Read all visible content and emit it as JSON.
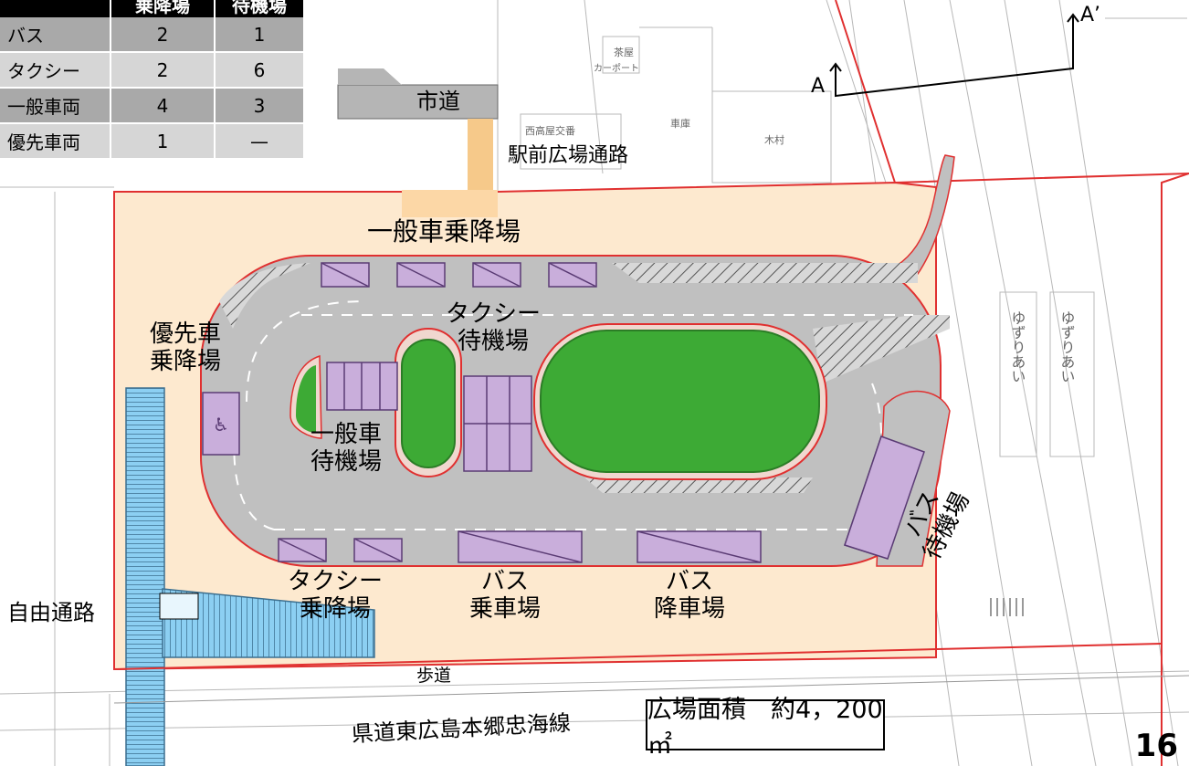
{
  "table": {
    "headers": [
      "",
      "乗降場",
      "待機場"
    ],
    "rows": [
      {
        "type": "バス",
        "boarding": "2",
        "waiting": "1"
      },
      {
        "type": "タクシー",
        "boarding": "2",
        "waiting": "6"
      },
      {
        "type": "一般車両",
        "boarding": "4",
        "waiting": "3"
      },
      {
        "type": "優先車両",
        "boarding": "1",
        "waiting": "—"
      }
    ]
  },
  "labels": {
    "city_road": "市道",
    "station_passage": "駅前広場通路",
    "general_car_stop": "一般車乗降場",
    "priority_line1": "優先車",
    "priority_line2": "乗降場",
    "taxi_wait_line1": "タクシー",
    "taxi_wait_line2": "待機場",
    "general_wait_line1": "一般車",
    "general_wait_line2": "待機場",
    "bus_wait_line1": "バス",
    "bus_wait_line2": "待機場",
    "taxi_stop_line1": "タクシー",
    "taxi_stop_line2": "乗降場",
    "bus_board_line1": "バス",
    "bus_board_line2": "乗車場",
    "bus_alight_line1": "バス",
    "bus_alight_line2": "降車場",
    "free_passage": "自由通路",
    "sidewalk": "歩道",
    "prefectural_road": "県道東広島本郷忠海線",
    "section_a": "A",
    "section_a_prime": "A’",
    "chaya": "茶屋",
    "kimura": "木村",
    "nishitakaya": "西高屋交番",
    "shako": "車庫",
    "car_port": "カーポート",
    "yuzuriai": "ゆずりあい"
  },
  "area_text": "広場面積　約4，200㎡",
  "page_number": "16",
  "colors": {
    "plaza": "#fde9cf",
    "road": "#c0c0c0",
    "green": "#3daa35",
    "bay": "#c9aedb",
    "bridge": "#8ccff2",
    "boundary": "#e03030"
  }
}
